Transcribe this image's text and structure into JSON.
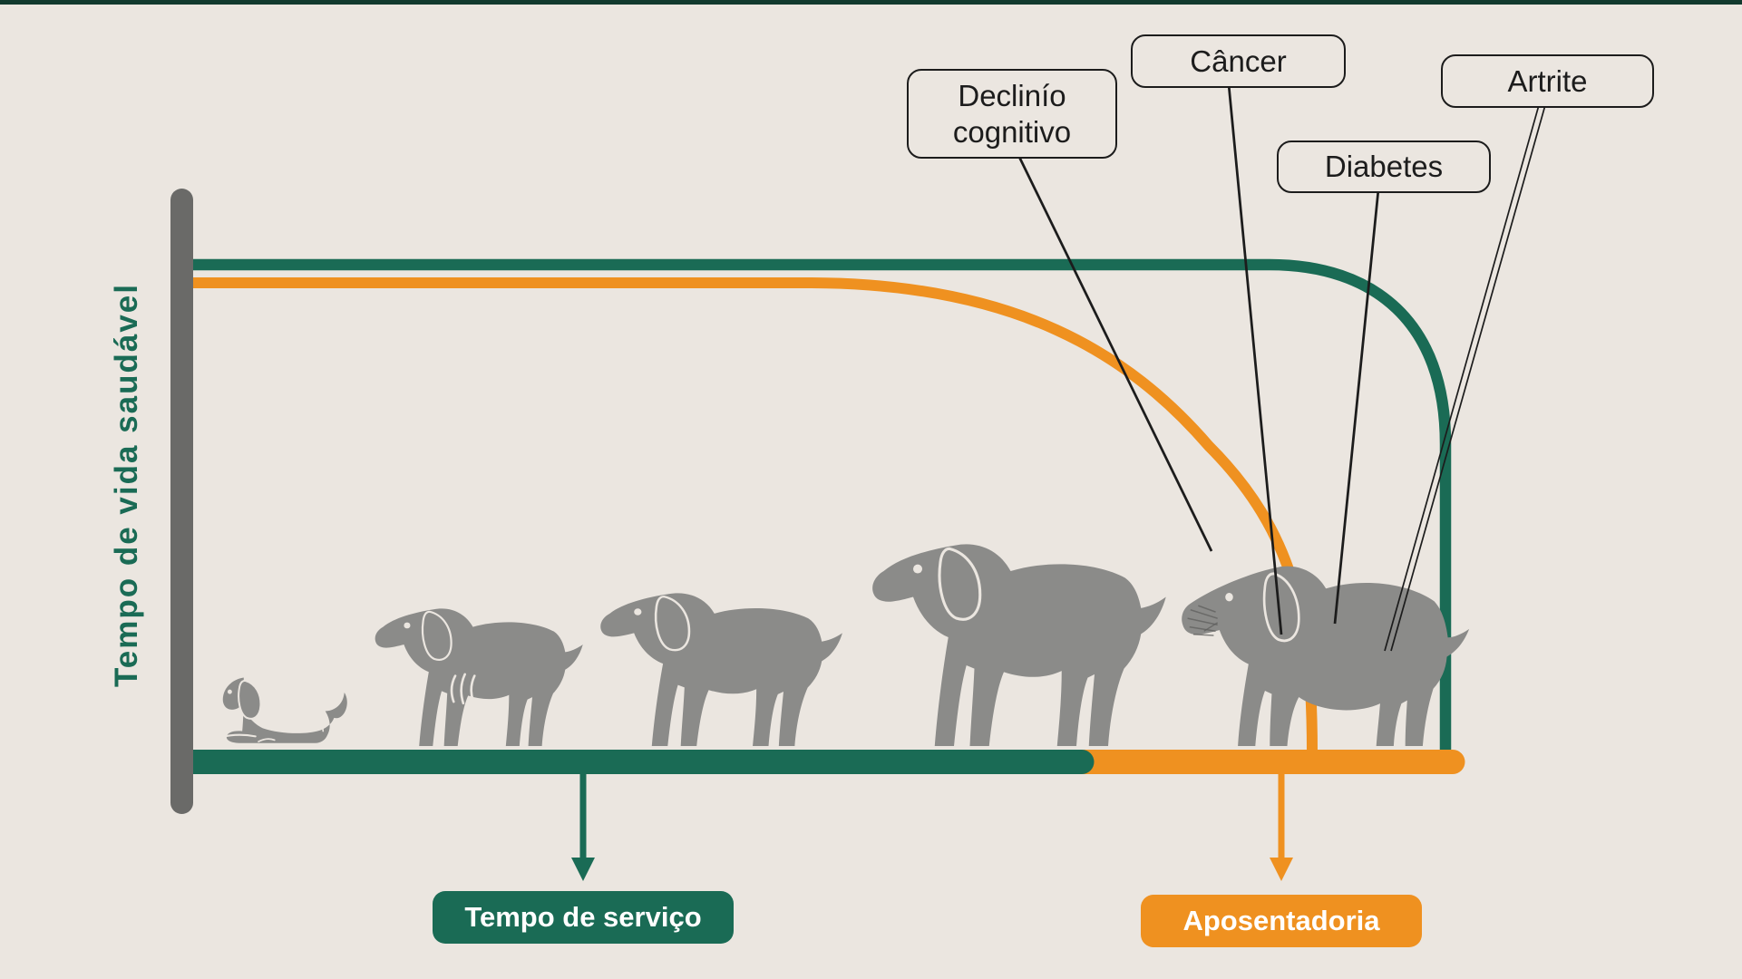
{
  "colors": {
    "bg": "#EBE6E0",
    "green": "#1A6B55",
    "orange": "#EF9120",
    "axisGray": "#6A6A68",
    "dogGray": "#8B8B89",
    "ink": "#1C1C1C",
    "topstrip": "#123A2E"
  },
  "y_axis": {
    "title": "Tempo de vida saudável"
  },
  "callouts": {
    "declinio": {
      "line1": "Declinío",
      "line2": "cognitivo"
    },
    "cancer": {
      "label": "Câncer"
    },
    "diabetes": {
      "label": "Diabetes"
    },
    "artrite": {
      "label": "Artrite"
    }
  },
  "timeline": {
    "service": {
      "label": "Tempo de serviço"
    },
    "retirement": {
      "label": "Aposentadoria"
    }
  }
}
